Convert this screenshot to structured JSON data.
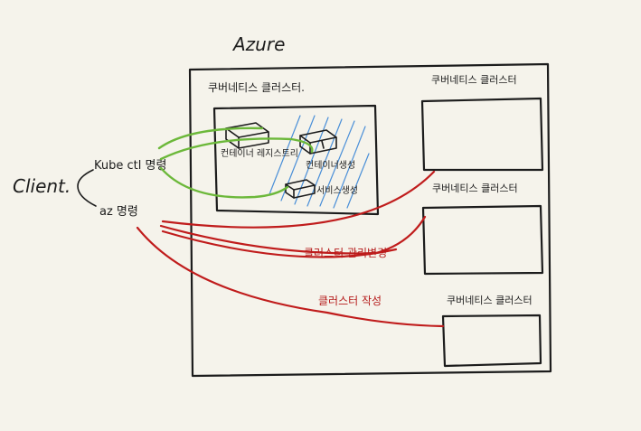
{
  "labels": {
    "azure": "Azure",
    "client": "Client.",
    "kubectl_cmd": "Kube ctl 명령",
    "az_cmd": "az 명령",
    "cluster_main": "쿠버네티스 클러스터.",
    "cluster_right_1": "쿠버네티스 클러스터",
    "cluster_right_2": "쿠버네티스 클러스터",
    "cluster_right_3": "쿠버네티스 클러스터",
    "container_registry": "컨테이너 레지스트리",
    "container_create": "컨테이너생성",
    "service_create": "서비스생성",
    "cluster_change": "클러스터 관리변경",
    "cluster_create": "클러스터 작성"
  },
  "colors": {
    "ink": "#1c1c1c",
    "green": "#6cb83a",
    "red": "#c01c1c",
    "blue": "#4a8fd8",
    "paper": "#f5f3eb"
  }
}
